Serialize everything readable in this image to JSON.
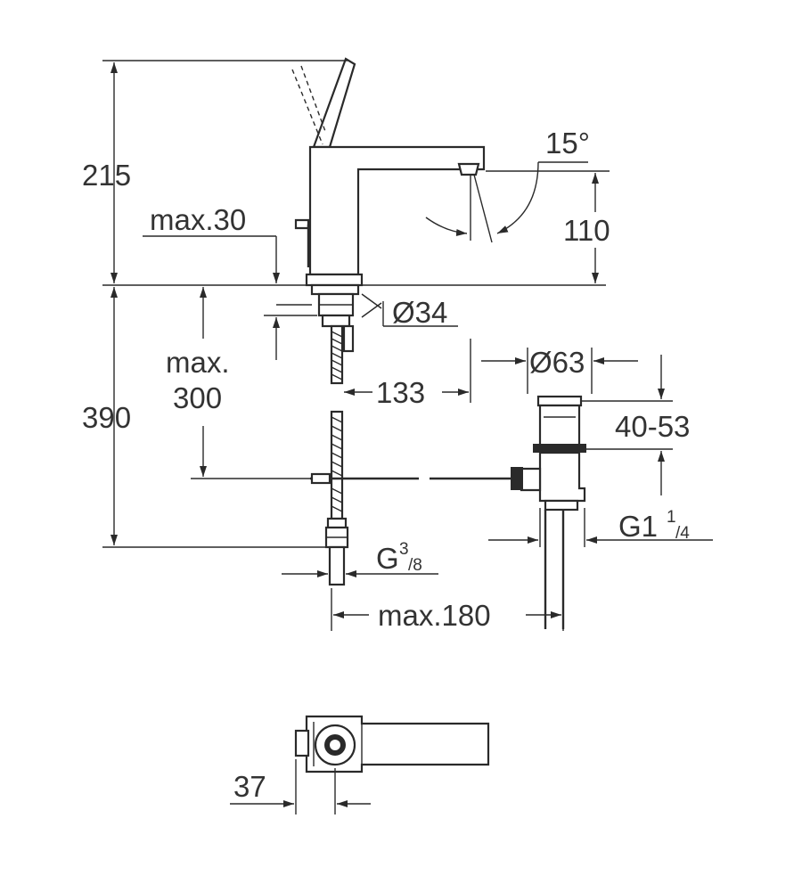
{
  "dimensions": {
    "height_total": "215",
    "max_30": "max.30",
    "outlet_height": "110",
    "angle": "15°",
    "diameter_34": "Ø34",
    "max_300_line1": "max.",
    "max_300_line2": "300",
    "height_390": "390",
    "spacing_133": "133",
    "diameter_63": "Ø63",
    "range_40_53": "40-53",
    "thread_g1": "G1",
    "thread_g1_sup": "1",
    "thread_g1_sub": "/4",
    "thread_g38": "G",
    "thread_g38_sup": "3",
    "thread_g38_sub": "/8",
    "max_180": "max.180",
    "width_37": "37"
  }
}
